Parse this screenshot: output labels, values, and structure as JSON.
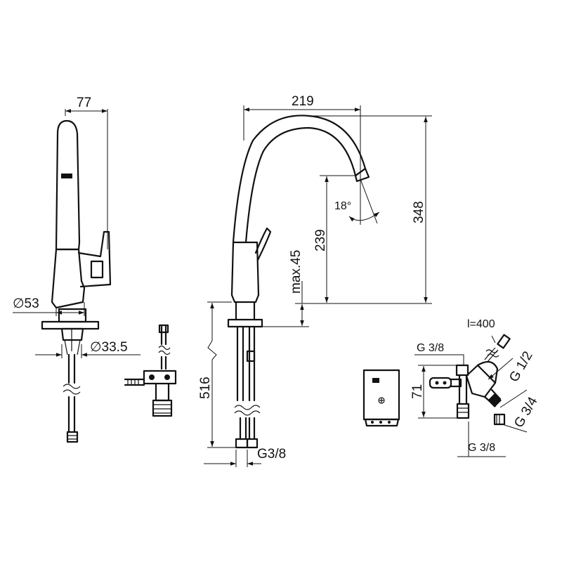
{
  "dimensions": {
    "width_77": "77",
    "dia_53": "∅53",
    "dia_33_5": "∅33.5",
    "width_219": "219",
    "height_348": "348",
    "height_239": "239",
    "angle_18": "18°",
    "max_45": "max.45",
    "length_516": "516",
    "thread_g38_bottom": "G3/8",
    "cable_l400": "l=400",
    "thread_g38_top": "G 3/8",
    "thread_g12": "G 1/2",
    "height_71": "71",
    "thread_g34": "G 3/4",
    "thread_g38_right": "G 3/8"
  }
}
